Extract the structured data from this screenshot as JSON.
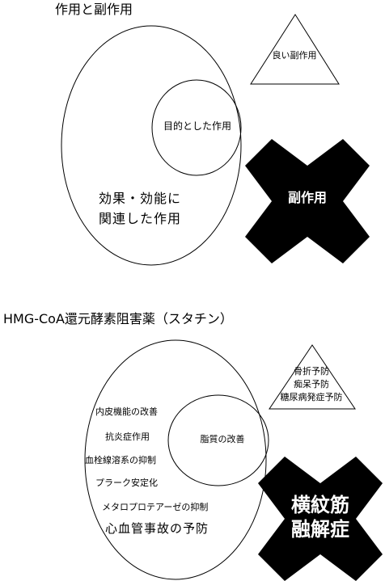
{
  "diagram1": {
    "title": "作用と副作用",
    "triangle_label": "良い副作用",
    "inner_label": "目的とした作用",
    "outer_label_line1": "効果・効能に",
    "outer_label_line2": "関連した作用",
    "x_label": "副作用"
  },
  "diagram2": {
    "title": "HMG-CoA還元酵素阻害薬（スタチン）",
    "triangle_lines": [
      "骨折予防",
      "痴呆予防",
      "糖尿病発症予防"
    ],
    "inner_label": "脂質の改善",
    "items": [
      "内皮機能の改善",
      "抗炎症作用",
      "血栓線溶系の抑制",
      "プラーク安定化",
      "メタロプロテアーゼの抑制"
    ],
    "outer_label": "心血管事故の予防",
    "x_lines": [
      "横紋筋",
      "融解症"
    ]
  },
  "colors": {
    "line": "#000000",
    "fill": "#000000",
    "background": "#ffffff",
    "x_text": "#ffffff"
  }
}
